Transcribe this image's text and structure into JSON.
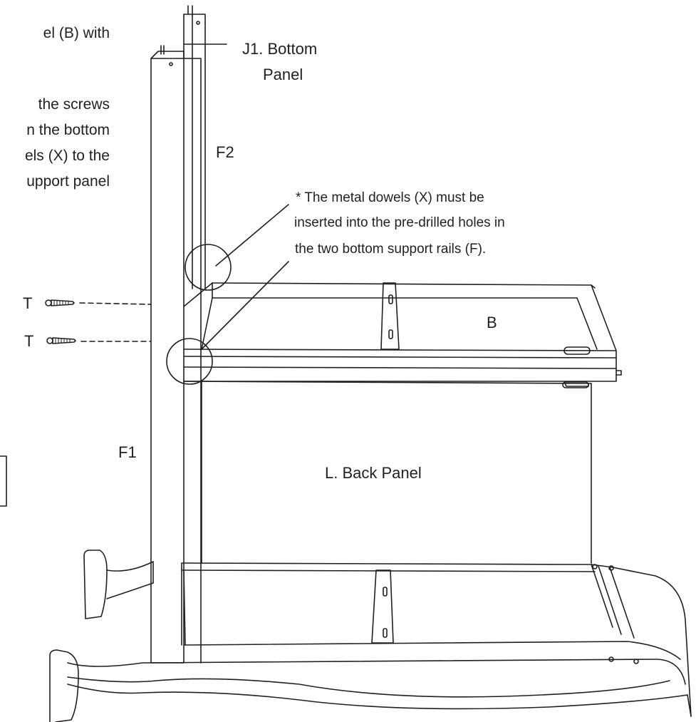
{
  "instructions": {
    "line1": "el (B) with",
    "line2": "the screws",
    "line3": "n the bottom",
    "line4": "els (X) to the",
    "line5": "upport panel"
  },
  "labels": {
    "j1_line1": "J1. Bottom",
    "j1_line2": "Panel",
    "f2": "F2",
    "f1": "F1",
    "b": "B",
    "back_panel": "L. Back Panel",
    "t_upper": "T",
    "t_lower": "T"
  },
  "note": {
    "line1": "* The metal dowels (X) must be",
    "line2": "inserted into the pre-drilled holes in",
    "line3": "the two bottom support rails (F)."
  },
  "colors": {
    "ink": "#231f20",
    "paper": "#ffffff"
  }
}
